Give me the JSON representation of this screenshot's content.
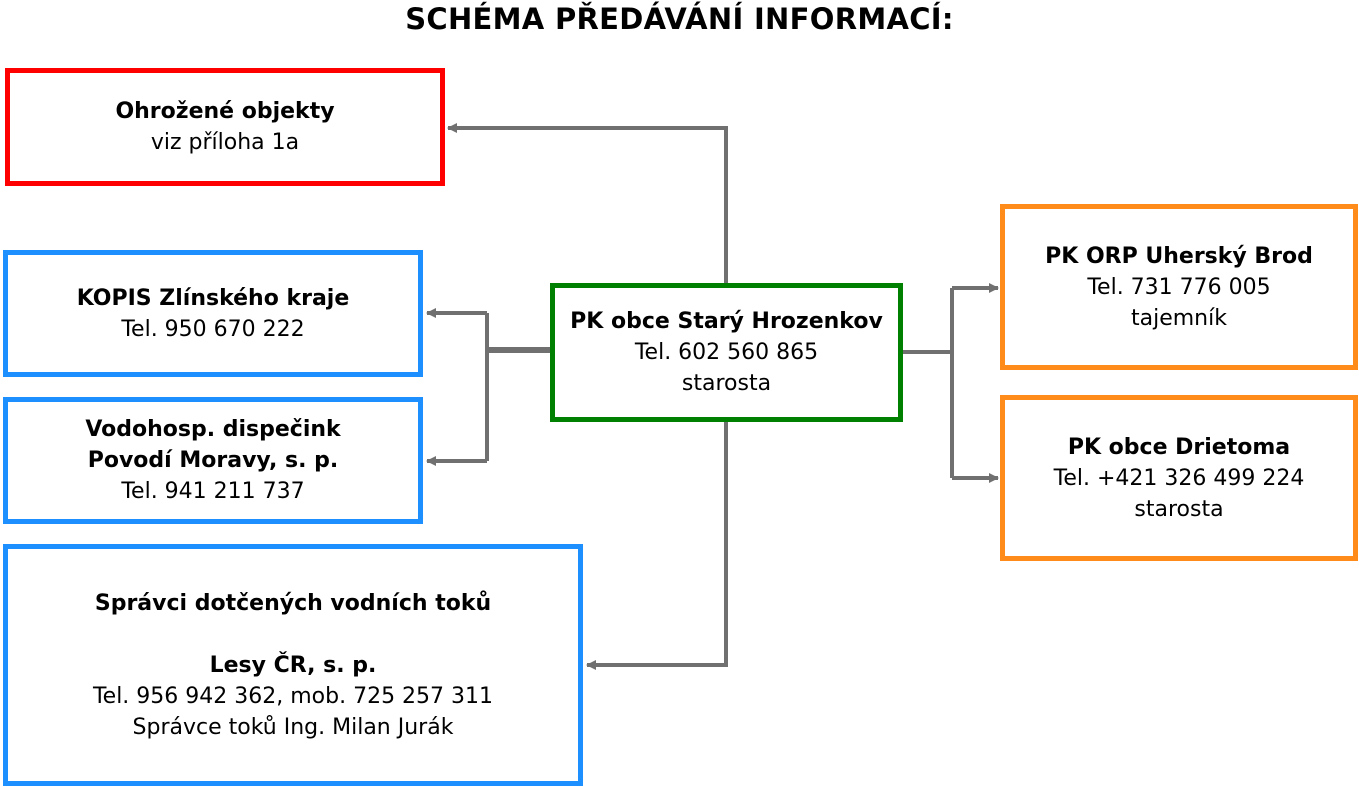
{
  "title": "SCHÉMA PŘEDÁVÁNÍ INFORMACÍ:",
  "colors": {
    "red": "#ff0000",
    "blue": "#1e8fff",
    "green": "#008000",
    "orange": "#ff8c1a",
    "connector": "#707070"
  },
  "boxes": {
    "threatened": {
      "name": "Ohrožené objekty",
      "line1": "viz příloha 1a"
    },
    "kopis": {
      "name": "KOPIS Zlínského kraje",
      "tel": "Tel. 950 670 222"
    },
    "water": {
      "name1": "Vodohosp. dispečink",
      "name2": "Povodí Moravy, s. p.",
      "tel": "Tel. 941 211 737"
    },
    "managers": {
      "heading": "Správci dotčených vodních toků",
      "name": "Lesy ČR, s. p.",
      "tel": "Tel. 956 942 362, mob. 725 257 311",
      "person": "Správce toků Ing. Milan Jurák"
    },
    "center": {
      "name": "PK obce Starý Hrozenkov",
      "tel": "Tel. 602 560 865",
      "role": "starosta"
    },
    "orp": {
      "name": "PK ORP Uherský Brod",
      "tel": "Tel. 731 776 005",
      "role": "tajemník"
    },
    "drietoma": {
      "name": "PK obce Drietoma",
      "tel": "Tel. +421 326 499 224",
      "role": "starosta"
    }
  }
}
